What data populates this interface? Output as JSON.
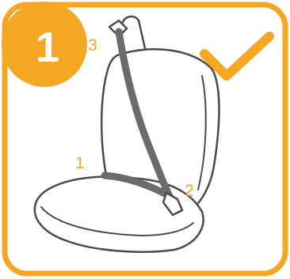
{
  "step": {
    "number": "1"
  },
  "labels": {
    "point_1": "1",
    "point_2": "2",
    "point_3": "3"
  },
  "status": {
    "icon": "checkmark-icon",
    "state": "correct"
  },
  "colors": {
    "accent": "#F5A623",
    "outline": "#4a4a4a",
    "belt": "#6b6b6b",
    "seat_fill": "#ffffff"
  }
}
